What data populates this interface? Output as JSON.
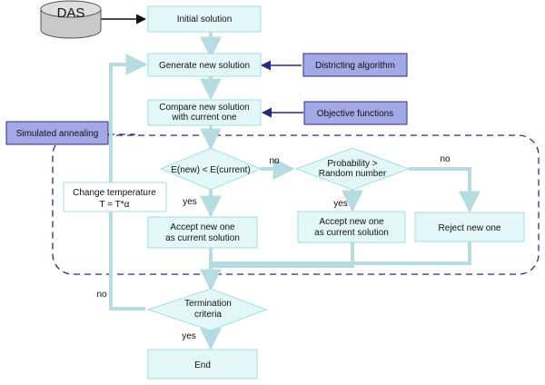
{
  "colors": {
    "box_fill": "#e3f6f8",
    "box_stroke": "#a7dde4",
    "connector": "#b6dce2",
    "purple_fill": "#a3a8e6",
    "purple_stroke": "#2f2f7a",
    "dashed_border": "#2c2c7e",
    "cylinder_fill": "#c9c9c9",
    "arrow_dark": "#111111",
    "arrow_navy": "#2a2a7c"
  },
  "nodes": {
    "das": "DAS",
    "initial_solution": "Initial solution",
    "generate_new_solution": "Generate new solution",
    "compare": [
      "Compare new solution",
      "with  current one"
    ],
    "energy_decision": "E(new) < E(current)",
    "probability_decision": [
      "Probability >",
      "Random number"
    ],
    "accept_left": [
      "Accept new one",
      "as current solution"
    ],
    "accept_right": [
      "Accept new one",
      "as current solution"
    ],
    "reject": "Reject new one",
    "change_temperature": [
      "Change temperature",
      "T = T*α"
    ],
    "termination": [
      "Termination",
      "criteria"
    ],
    "end": "End"
  },
  "side_labels": {
    "districting_algorithm": "Districting algorithm",
    "objective_functions": "Objective functions",
    "simulated_annealing": "Simulated annealing"
  },
  "edge_labels": {
    "no_1": "no",
    "no_2": "no",
    "yes_1": "yes",
    "yes_2": "yes",
    "no_3": "no",
    "yes_3": "yes"
  }
}
